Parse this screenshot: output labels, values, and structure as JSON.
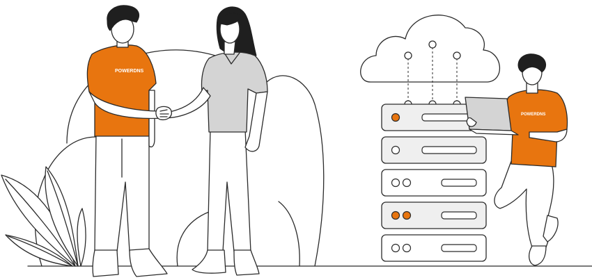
{
  "colors": {
    "accent": "#e8750f",
    "line": "#2b2b2b",
    "grey_fill": "#d4d4d4",
    "light_grey_fill": "#efefef",
    "hair": "#1f1f1f",
    "background": "#ffffff"
  },
  "shirt_logo_text": "POWERDNS",
  "server_rack": {
    "units": [
      {
        "leds": [
          "orange"
        ],
        "style": "light"
      },
      {
        "leds": [
          "white"
        ],
        "style": "light"
      },
      {
        "leds": [
          "white",
          "white"
        ],
        "style": "white"
      },
      {
        "leds": [
          "orange",
          "orange"
        ],
        "style": "light"
      },
      {
        "leds": [
          "white",
          "white"
        ],
        "style": "white"
      }
    ]
  }
}
